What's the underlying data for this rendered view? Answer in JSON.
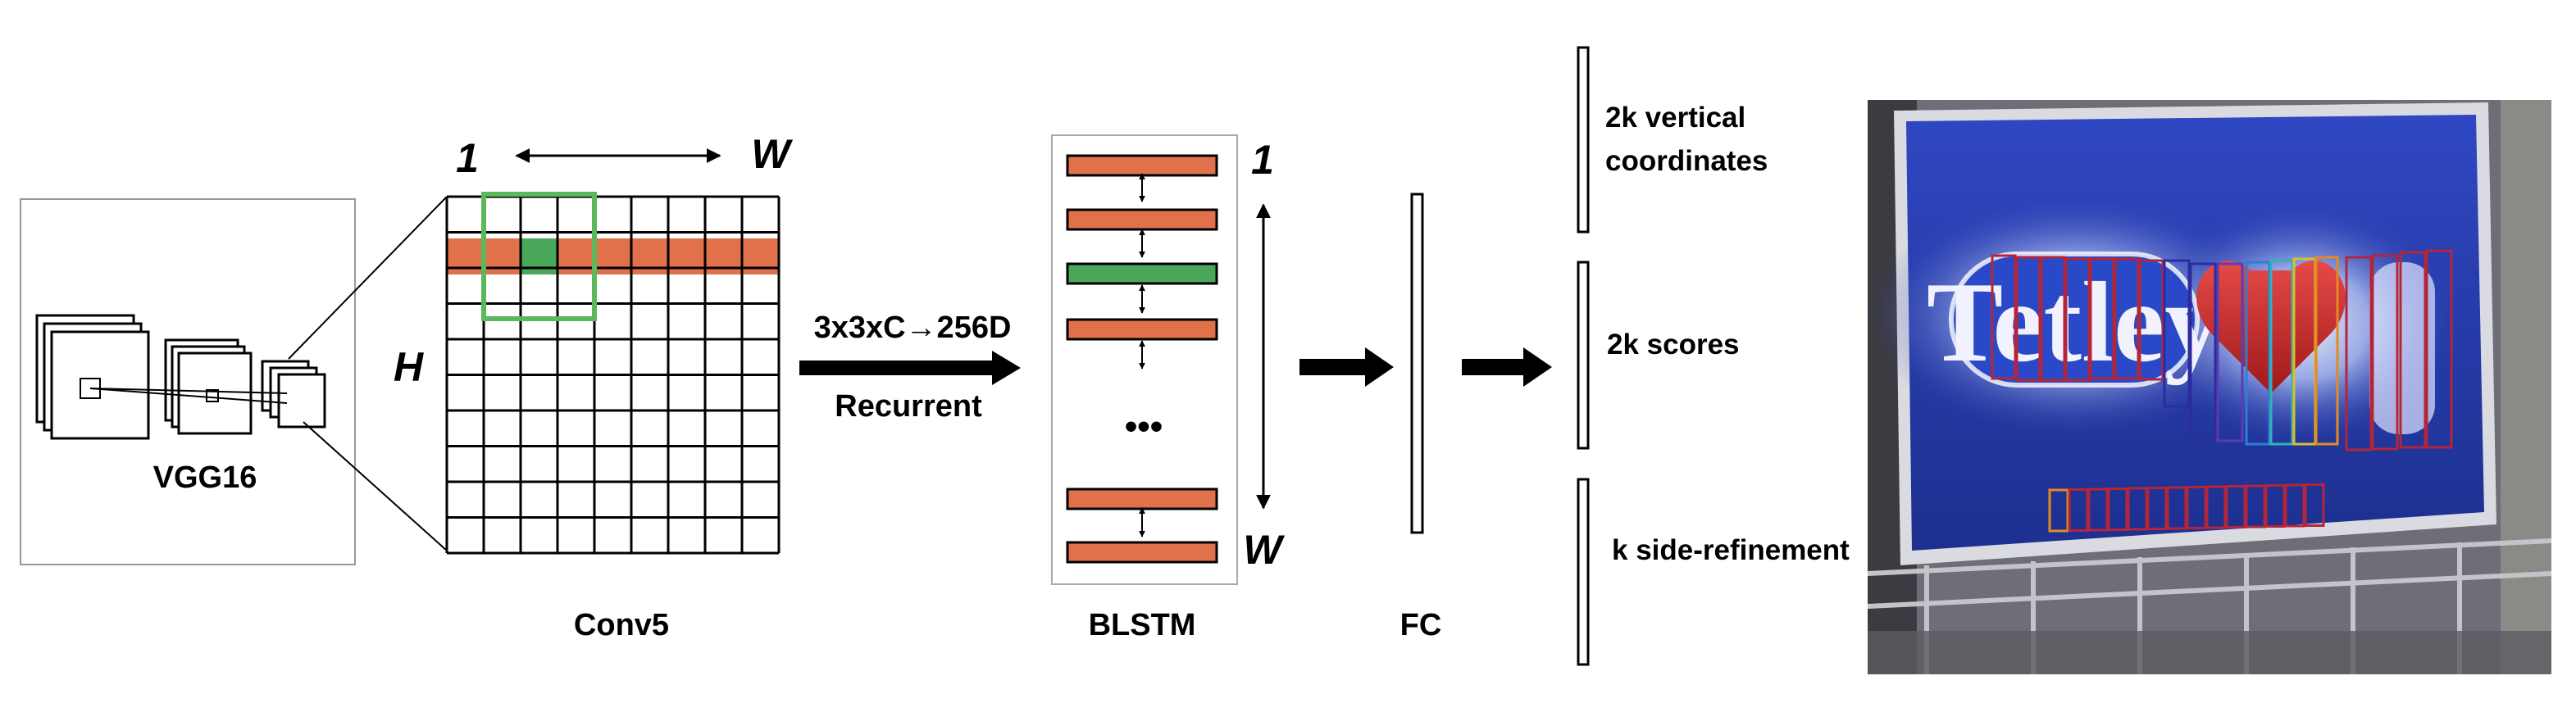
{
  "labels": {
    "vgg": "VGG16",
    "conv5": "Conv5",
    "grid_one": "1",
    "grid_w": "W",
    "grid_h": "H",
    "conv_op": "3x3xC→256D",
    "recurrent": "Recurrent",
    "blstm": "BLSTM",
    "blstm_one": "1",
    "blstm_w": "W",
    "ellipsis": "•••",
    "fc": "FC",
    "out_vertical_line1": "2k vertical",
    "out_vertical_line2": "coordinates",
    "out_scores": "2k scores",
    "out_side": "k side-refinement"
  },
  "colors": {
    "orange": "#e0714b",
    "green": "#4aa658",
    "window": "#5cb85c",
    "ink": "#000000"
  },
  "blstm_cells": [
    "orange",
    "orange",
    "green",
    "orange",
    "orange",
    "orange"
  ],
  "photo": {
    "sign_text": "Tetley"
  }
}
